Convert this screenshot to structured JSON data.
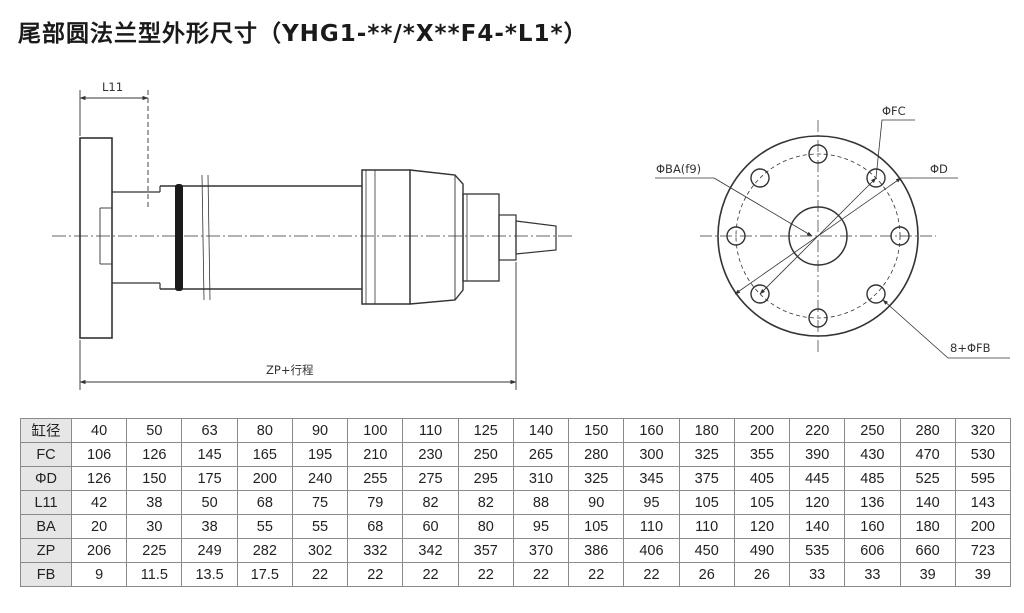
{
  "title": "尾部圆法兰型外形尺寸（YHG1-**/*X**F4-*L1*）",
  "drawing": {
    "side_view_labels": {
      "l11": "L11",
      "zp": "ZP+行程"
    },
    "flange_view_labels": {
      "fc": "ΦFC",
      "ba": "ΦBA(f9)",
      "d": "ΦD",
      "fb": "8+ΦFB"
    }
  },
  "table": {
    "rows": [
      {
        "label": "缸径",
        "values": [
          "40",
          "50",
          "63",
          "80",
          "90",
          "100",
          "110",
          "125",
          "140",
          "150",
          "160",
          "180",
          "200",
          "220",
          "250",
          "280",
          "320"
        ]
      },
      {
        "label": "FC",
        "values": [
          "106",
          "126",
          "145",
          "165",
          "195",
          "210",
          "230",
          "250",
          "265",
          "280",
          "300",
          "325",
          "355",
          "390",
          "430",
          "470",
          "530"
        ]
      },
      {
        "label": "ΦD",
        "values": [
          "126",
          "150",
          "175",
          "200",
          "240",
          "255",
          "275",
          "295",
          "310",
          "325",
          "345",
          "375",
          "405",
          "445",
          "485",
          "525",
          "595"
        ]
      },
      {
        "label": "L11",
        "values": [
          "42",
          "38",
          "50",
          "68",
          "75",
          "79",
          "82",
          "82",
          "88",
          "90",
          "95",
          "105",
          "105",
          "120",
          "136",
          "140",
          "143"
        ]
      },
      {
        "label": "BA",
        "values": [
          "20",
          "30",
          "38",
          "55",
          "55",
          "68",
          "60",
          "80",
          "95",
          "105",
          "110",
          "110",
          "120",
          "140",
          "160",
          "180",
          "200"
        ]
      },
      {
        "label": "ZP",
        "values": [
          "206",
          "225",
          "249",
          "282",
          "302",
          "332",
          "342",
          "357",
          "370",
          "386",
          "406",
          "450",
          "490",
          "535",
          "606",
          "660",
          "723"
        ]
      },
      {
        "label": "FB",
        "values": [
          "9",
          "11.5",
          "13.5",
          "17.5",
          "22",
          "22",
          "22",
          "22",
          "22",
          "22",
          "22",
          "26",
          "26",
          "33",
          "33",
          "39",
          "39"
        ]
      }
    ]
  }
}
